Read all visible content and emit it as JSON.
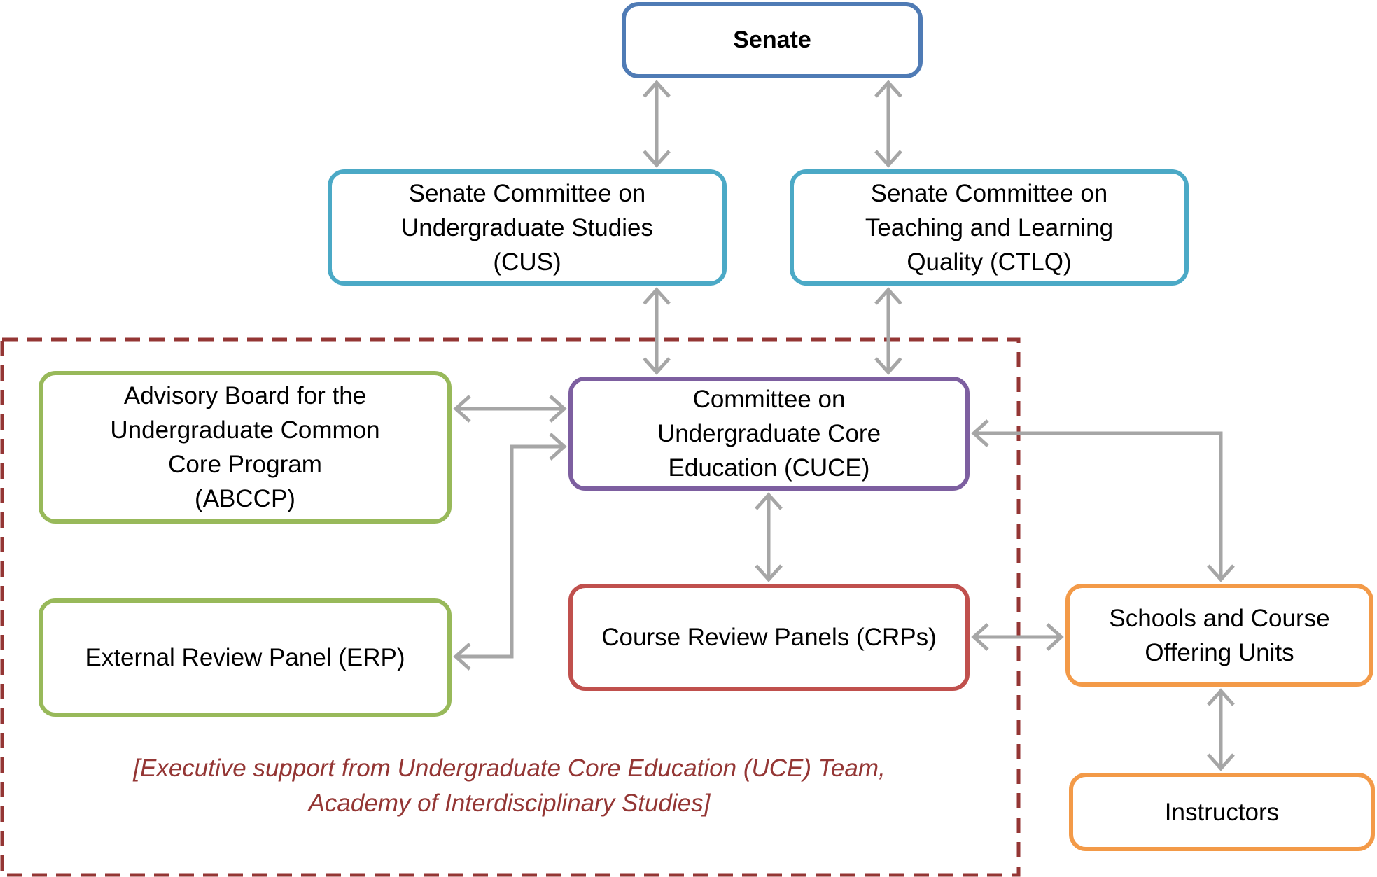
{
  "nodes": {
    "senate": "Senate",
    "cus": "Senate Committee on\nUndergraduate Studies\n(CUS)",
    "ctlq": "Senate Committee on\nTeaching and Learning\nQuality (CTLQ)",
    "abccp": "Advisory Board for the\nUndergraduate Common\nCore Program\n(ABCCP)",
    "cuce": "Committee on\nUndergraduate Core\nEducation (CUCE)",
    "erp": "External Review Panel (ERP)",
    "crp": "Course Review Panels (CRPs)",
    "schools": "Schools and Course\nOffering Units",
    "instructors": "Instructors"
  },
  "executive_note": "[Executive support from Undergraduate Core Education (UCE) Team,\nAcademy of Interdisciplinary Studies]",
  "colors": {
    "senate_border": "#4f7bb5",
    "committee_border": "#4ba9c6",
    "advisory_border": "#98b95a",
    "cuce_border": "#7d5fa0",
    "crp_border": "#c0504d",
    "units_border": "#f39a48",
    "arrow": "#a6a6a6",
    "dashed_boundary": "#943634",
    "note_text": "#943634"
  }
}
